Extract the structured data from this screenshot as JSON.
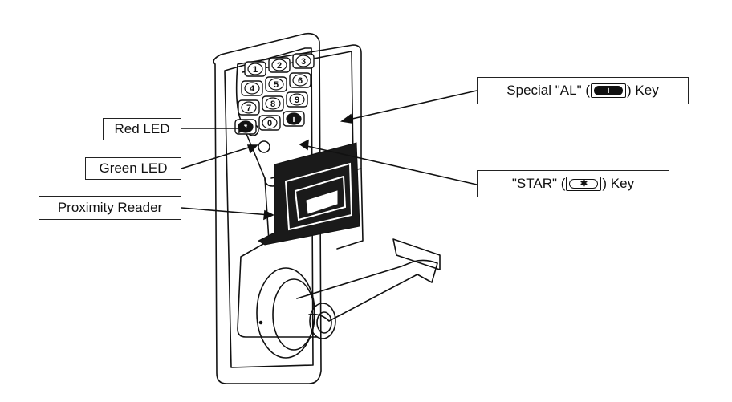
{
  "labels": {
    "red_led": "Red LED",
    "green_led": "Green LED",
    "proximity_reader": "Proximity Reader",
    "special_al_prefix": "Special \"AL\" (",
    "special_al_suffix": ") Key",
    "star_prefix": "\"STAR\" (",
    "star_suffix": ") Key"
  },
  "keypad": [
    "1",
    "2",
    "3",
    "4",
    "5",
    "6",
    "7",
    "8",
    "9",
    "*",
    "0",
    "AL"
  ],
  "icons": {
    "al_key_glyph": "i",
    "star_key_glyph": "✱"
  },
  "colors": {
    "ink": "#111111",
    "reader": "#1a1a1a",
    "background": "#ffffff"
  }
}
